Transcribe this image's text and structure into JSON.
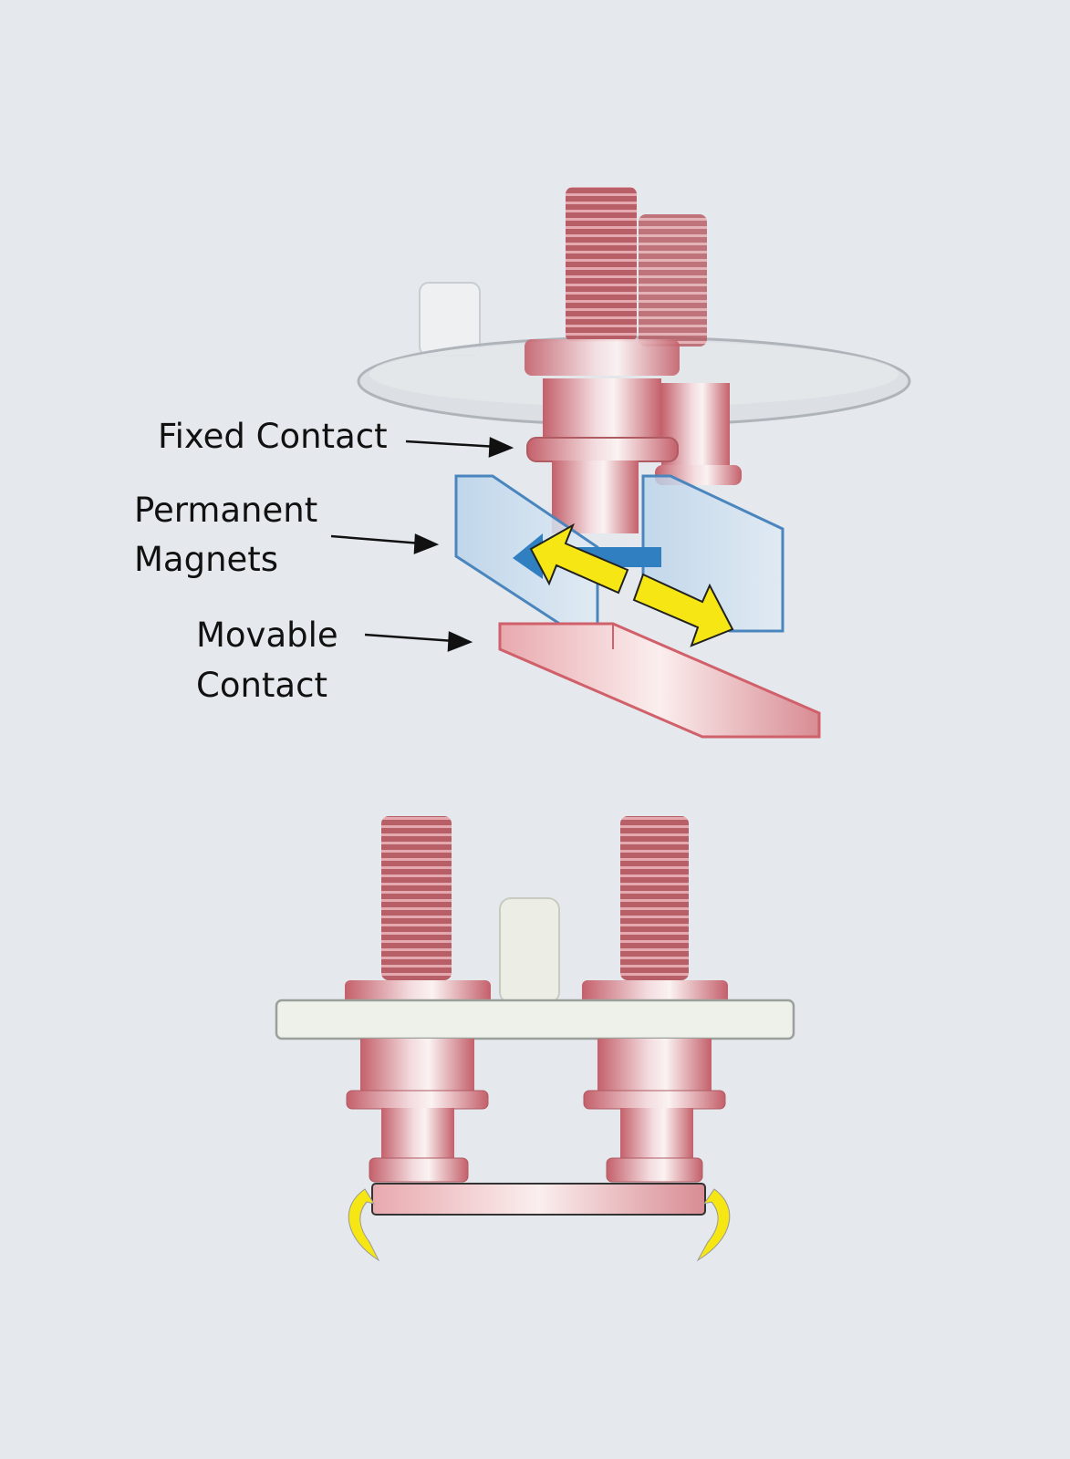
{
  "labels": {
    "fixed_contact": "Fixed Contact",
    "permanent_magnets_line1": "Permanent",
    "permanent_magnets_line2": "Magnets",
    "movable_contact_line1": "Movable",
    "movable_contact_line2": "Contact"
  },
  "colors": {
    "background": "#e5e9ed",
    "copper": "#c9727a",
    "magnet": "#4a86bd",
    "arrow_yellow": "#f5e614",
    "arrow_blue": "#2f7fc1"
  }
}
